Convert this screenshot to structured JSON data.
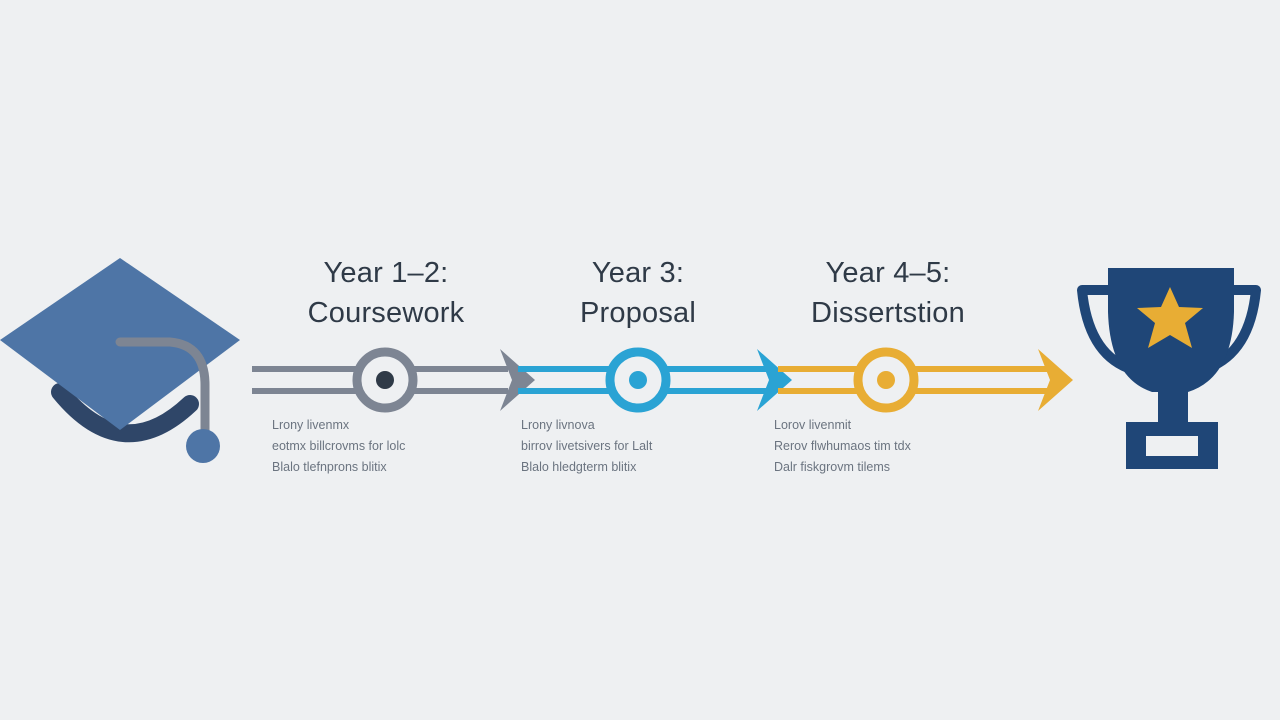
{
  "stages": [
    {
      "title_line1": "Year 1–2:",
      "title_line2": "Coursework",
      "desc": [
        "Lrony livenmx",
        "eotmx billcrovms for lolc",
        "Blalo tlefnprons blitix"
      ],
      "color": "#7d8593"
    },
    {
      "title_line1": "Year 3:",
      "title_line2": "Proposal",
      "desc": [
        "Lrony livnova",
        "birrov livetsivers for Lalt",
        "Blalo hledgterm blitix"
      ],
      "color": "#2aa3d4"
    },
    {
      "title_line1": "Year 4–5:",
      "title_line2": "Dissertstion",
      "desc": [
        "Lorov livenmit",
        "Rerov flwhumaos tim tdx",
        "Dalr fiskgrovm tilems"
      ],
      "color": "#e8ad34"
    }
  ],
  "icons": {
    "start": "graduation-cap-icon",
    "end": "trophy-icon"
  },
  "colors": {
    "cap": "#4e75a6",
    "cap_dark": "#2f4668",
    "trophy": "#1f4677",
    "star": "#e8ad34",
    "background": "#eef0f2"
  }
}
